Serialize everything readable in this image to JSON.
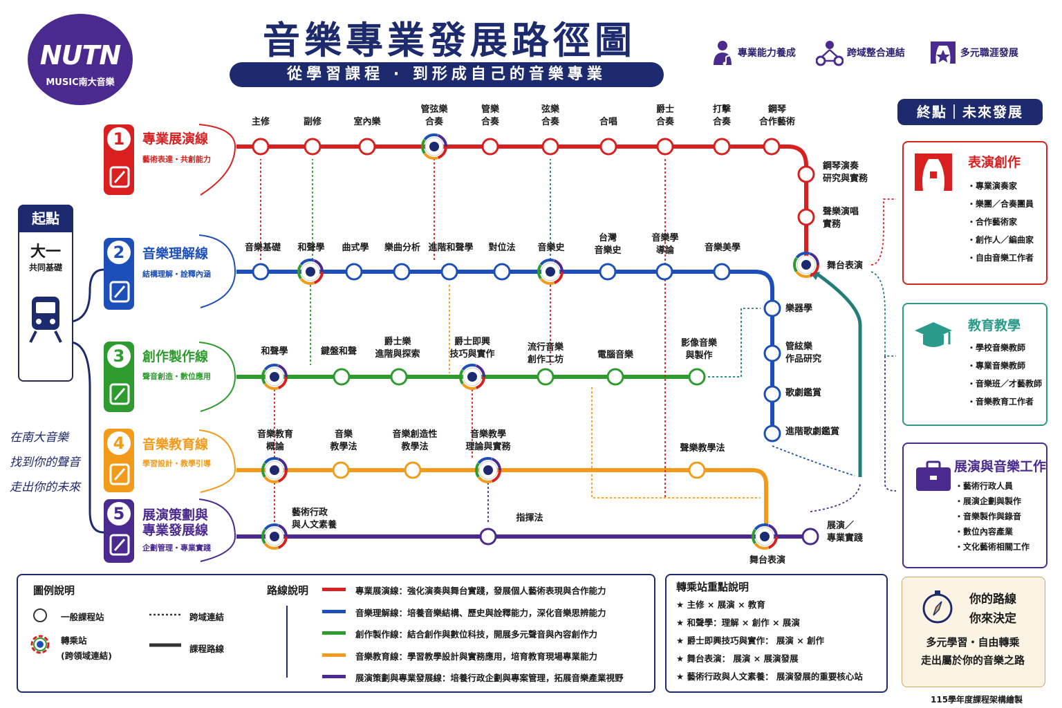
{
  "logo": {
    "main": "NUTN",
    "sub": "MUSIC南大音樂"
  },
  "title": "音樂專業發展路徑圖",
  "subtitle": "從學習課程 · 到形成自己的音樂專業",
  "top_legend": [
    {
      "icon": "musician-icon",
      "label": "專業能力養成"
    },
    {
      "icon": "network-icon",
      "label": "跨域整合連結"
    },
    {
      "icon": "stage-icon",
      "label": "多元職涯發展"
    }
  ],
  "endpoint_title": "終點｜未來發展",
  "start": {
    "title": "起點",
    "year": "大一",
    "desc": "共同基礎"
  },
  "slogan": [
    "在南大音樂",
    "找到你的聲音",
    "走出你的未來"
  ],
  "lines": [
    {
      "num": "1",
      "name": "專業展演線",
      "desc": "藝術表達・共創能力",
      "color": "#d7201f",
      "stations": [
        [
          "主修"
        ],
        [
          "副修"
        ],
        [
          "室內樂"
        ],
        [
          "管弦樂",
          "合奏"
        ],
        [
          "管樂",
          "合奏"
        ],
        [
          "弦樂",
          "合奏"
        ],
        [
          "合唱"
        ],
        [
          "爵士",
          "合奏"
        ],
        [
          "打擊",
          "合奏"
        ],
        [
          "鋼琴",
          "合作藝術"
        ],
        [
          "鋼琴演奏",
          "研究與實務"
        ],
        [
          "聲樂演唱",
          "實務"
        ],
        [
          "舞台表演"
        ]
      ]
    },
    {
      "num": "2",
      "name": "音樂理解線",
      "desc": "結構理解・詮釋內涵",
      "color": "#1c4fb8",
      "stations": [
        [
          "音樂基礎"
        ],
        [
          "和聲學"
        ],
        [
          "曲式學"
        ],
        [
          "樂曲分析"
        ],
        [
          "進階和聲學"
        ],
        [
          "對位法"
        ],
        [
          "音樂史"
        ],
        [
          "台灣",
          "音樂史"
        ],
        [
          "音樂學",
          "導論"
        ],
        [
          "音樂美學"
        ],
        [
          "樂器學"
        ],
        [
          "管絃樂",
          "作品研究"
        ],
        [
          "歌劇鑑賞"
        ],
        [
          "進階歌劇鑑賞"
        ]
      ]
    },
    {
      "num": "3",
      "name": "創作製作線",
      "desc": "聲音創造・數位應用",
      "color": "#2e9b2e",
      "stations": [
        [
          "和聲學"
        ],
        [
          "鍵盤和聲"
        ],
        [
          "爵士樂",
          "進階與探索"
        ],
        [
          "爵士即興",
          "技巧與實作"
        ],
        [
          "流行音樂",
          "創作工坊"
        ],
        [
          "電腦音樂"
        ],
        [
          "影像音樂",
          "與製作"
        ]
      ]
    },
    {
      "num": "4",
      "name": "音樂教育線",
      "desc": "學習設計・教學引導",
      "color": "#f29a1a",
      "stations": [
        [
          "音樂教育",
          "概論"
        ],
        [
          "音樂",
          "教學法"
        ],
        [
          "音樂創造性",
          "教學法"
        ],
        [
          "音樂教學",
          "理論與實務"
        ],
        [
          "聲樂教學法"
        ]
      ]
    },
    {
      "num": "5",
      "name": "展演策劃與專業發展線",
      "name_lines": [
        "展演策劃與",
        "專業發展線"
      ],
      "desc": "企劃管理・專業實踐",
      "color": "#4a2a8f",
      "stations": [
        [
          "藝術行政",
          "與人文素養"
        ],
        [
          "指揮法"
        ],
        [
          "舞台表演"
        ],
        [
          "展演／",
          "專業實踐"
        ]
      ]
    }
  ],
  "destinations": [
    {
      "title": "表演創作",
      "icon": "theater-stage-icon",
      "color": "#d7201f",
      "items": [
        "專業演奏家",
        "樂團／合奏團員",
        "合作藝術家",
        "創作人／編曲家",
        "自由音樂工作者"
      ]
    },
    {
      "title": "教育教學",
      "icon": "graduation-cap-icon",
      "color": "#2a9a8a",
      "items": [
        "學校音樂教師",
        "專業音樂教師",
        "音樂班／才藝教師",
        "音樂教育工作者"
      ]
    },
    {
      "title": "展演與音樂工作",
      "icon": "briefcase-icon",
      "color": "#4a2a8f",
      "items": [
        "藝術行政人員",
        "展演企劃與製作",
        "音樂製作與錄音",
        "數位內容產業",
        "文化藝術相關工作"
      ]
    }
  ],
  "legend": {
    "title": "圖例說明",
    "station": "一般課程站",
    "interchange": [
      "轉乘站",
      "(跨領域連結)"
    ],
    "cross": "跨域連結",
    "route": "課程路線"
  },
  "route_legend": {
    "title": "路線說明",
    "items": [
      {
        "color": "#d7201f",
        "text": "專業展演線：強化演奏與舞台實踐，發展個人藝術表現與合作能力"
      },
      {
        "color": "#1c4fb8",
        "text": "音樂理解線：培養音樂結構、歷史與詮釋能力，深化音樂思辨能力"
      },
      {
        "color": "#2e9b2e",
        "text": "創作製作線：結合創作與數位科技，開展多元聲音與內容創作力"
      },
      {
        "color": "#f29a1a",
        "text": "音樂教育線：學習教學設計與實務應用，培育教育現場專業能力"
      },
      {
        "color": "#4a2a8f",
        "text": "展演策劃與專業發展線：培養行政企劃與專案管理，拓展音樂產業視野"
      }
    ]
  },
  "transfer": {
    "title": "轉乘站重點說明",
    "items": [
      "主修 × 展演 × 教育",
      "和聲學：理解 × 創作 × 展演",
      "爵士即興技巧與實作： 展演 × 創作",
      "舞台表演： 展演 × 展演發展",
      "藝術行政與人文素養： 展演發展的重要核心站"
    ]
  },
  "motto": {
    "lines": [
      "你的路線",
      "你來決定"
    ],
    "sub": [
      "多元學習・自由轉乘",
      "走出屬於你的音樂之路"
    ]
  },
  "footer": "115學年度課程架構繪製"
}
